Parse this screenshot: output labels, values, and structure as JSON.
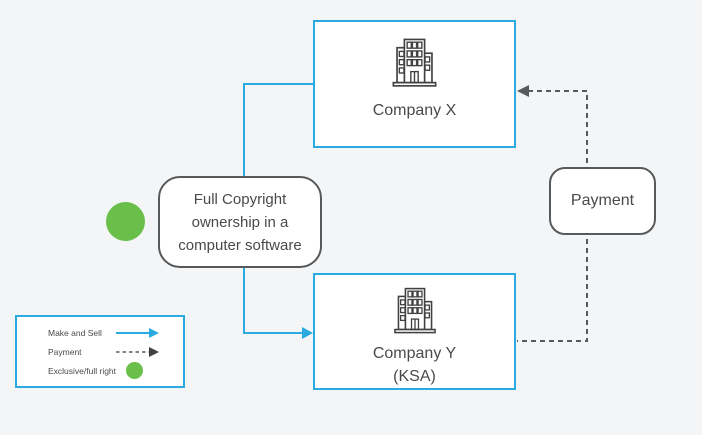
{
  "diagram": {
    "title": "Copyright ownership and payment flow diagram",
    "nodes": {
      "company_x": {
        "label": "Company X",
        "icon": "building-icon"
      },
      "company_y": {
        "label": "Company Y",
        "sublabel": "(KSA)",
        "icon": "building-icon"
      },
      "copyright_note": {
        "text": "Full Copyright ownership in a computer software"
      },
      "payment": {
        "label": "Payment"
      }
    },
    "connectors": [
      {
        "from": "company_x",
        "to": "company_y",
        "via": "copyright_note",
        "style": "solid-cyan",
        "arrow": "into company_y"
      },
      {
        "from": "company_y",
        "to": "company_x",
        "via": "payment",
        "style": "dashed-gray",
        "arrow": "into company_x"
      }
    ],
    "markers": {
      "exclusive_dot": "green-dot near copyright note"
    },
    "legend": {
      "items": [
        {
          "label": "Make and Sell",
          "symbol": "solid-cyan-arrow"
        },
        {
          "label": "Payment",
          "symbol": "dashed-gray-arrow"
        },
        {
          "label": "Exclusive/full right",
          "symbol": "green-dot"
        }
      ]
    },
    "colors": {
      "accent_cyan": "#29abe2",
      "dark_gray": "#58595b",
      "green": "#6abf4b",
      "background": "#f4f5f6",
      "text": "#4a4a4c",
      "node_fill": "#ffffff"
    }
  }
}
